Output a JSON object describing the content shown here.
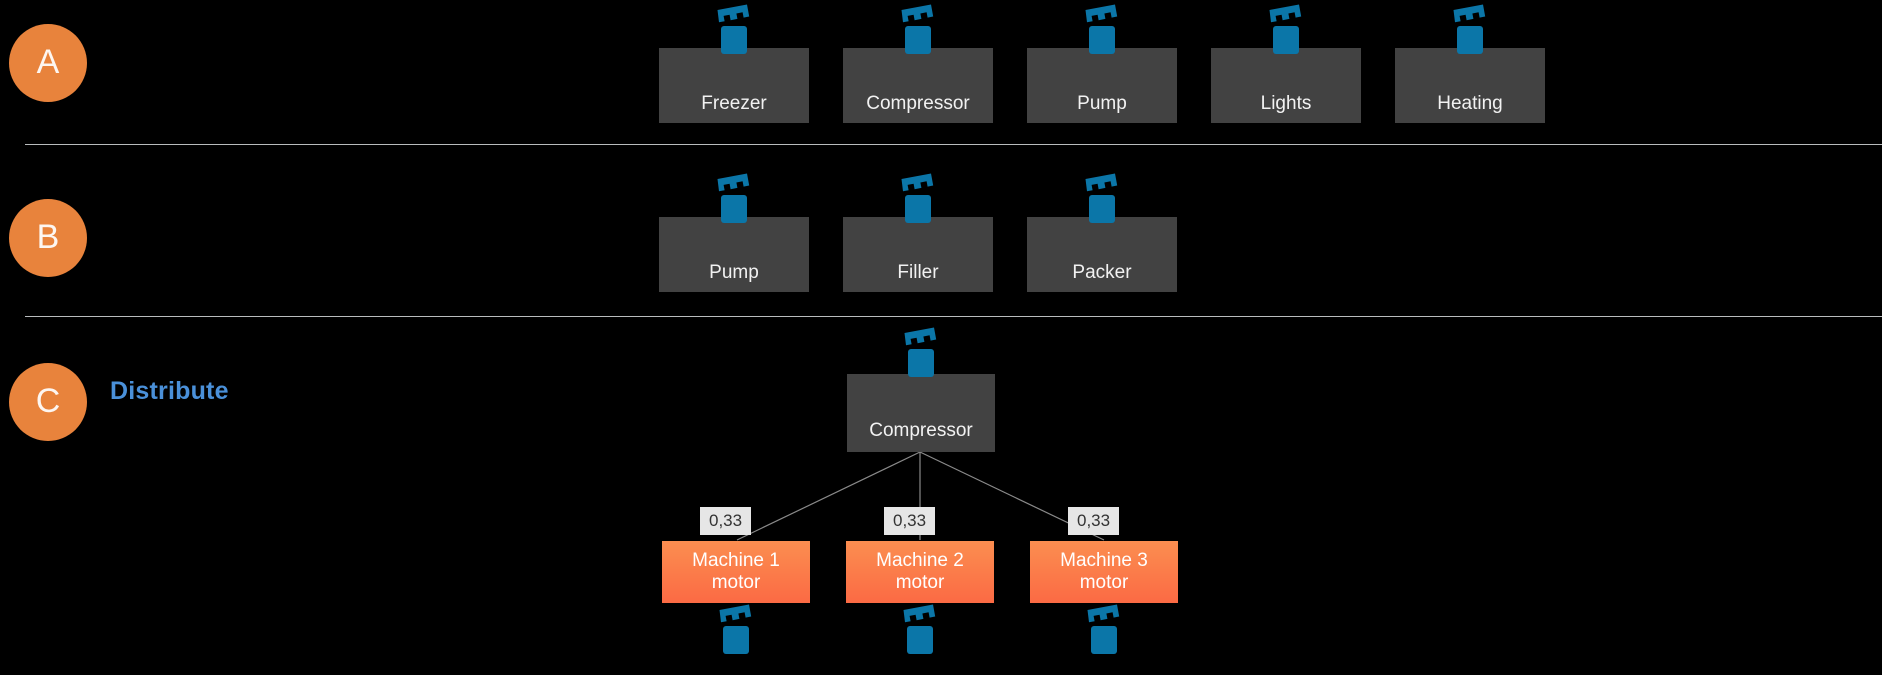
{
  "diagram": {
    "background_color": "#000000",
    "accent_orange": "#e8833c",
    "accent_blue": "#4a90d9",
    "node_grey": "#424242",
    "machine_orange": "#fb7a48",
    "edge_label_bg": "#e6e6e6"
  },
  "rows": [
    {
      "badge": "A",
      "title": "",
      "nodes": [
        {
          "label": "Freezer",
          "icon": "motor-icon"
        },
        {
          "label": "Compressor",
          "icon": "motor-icon"
        },
        {
          "label": "Pump",
          "icon": "motor-icon"
        },
        {
          "label": "Lights",
          "icon": "motor-icon"
        },
        {
          "label": "Heating",
          "icon": "motor-icon"
        }
      ]
    },
    {
      "badge": "B",
      "title": "",
      "nodes": [
        {
          "label": "Pump",
          "icon": "motor-icon"
        },
        {
          "label": "Filler",
          "icon": "motor-icon"
        },
        {
          "label": "Packer",
          "icon": "motor-icon"
        }
      ]
    },
    {
      "badge": "C",
      "title": "Distribute",
      "source": {
        "label": "Compressor",
        "icon": "motor-icon"
      },
      "edge_labels": [
        "0,33",
        "0,33",
        "0,33"
      ],
      "machines": [
        {
          "line1": "Machine 1",
          "line2": "motor",
          "icon": "motor-icon"
        },
        {
          "line1": "Machine 2",
          "line2": "motor",
          "icon": "motor-icon"
        },
        {
          "line1": "Machine 3",
          "line2": "motor",
          "icon": "motor-icon"
        }
      ]
    }
  ]
}
